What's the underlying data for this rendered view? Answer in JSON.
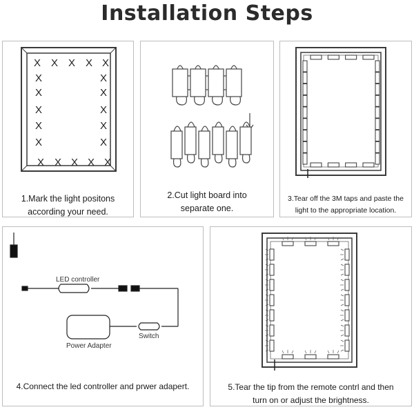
{
  "page": {
    "title": "Installation Steps"
  },
  "steps": [
    {
      "lines": [
        "1.Mark the light positons",
        "according your need."
      ]
    },
    {
      "lines": [
        "2.Cut light board into",
        "separate one."
      ]
    },
    {
      "lines": [
        "3.Tear off the 3M taps and paste the",
        "light to the appropriate location."
      ]
    },
    {
      "lines": [
        "4.Connect the led controller and prwer adapert."
      ]
    },
    {
      "lines": [
        "5.Tear the tip from the remote contrl and then",
        "turn on or adjust the brightness."
      ]
    }
  ],
  "diagram_labels": {
    "mark": "X",
    "led_controller": "LED controller",
    "power_adapter": "Power Adapter",
    "switch": "Switch"
  }
}
